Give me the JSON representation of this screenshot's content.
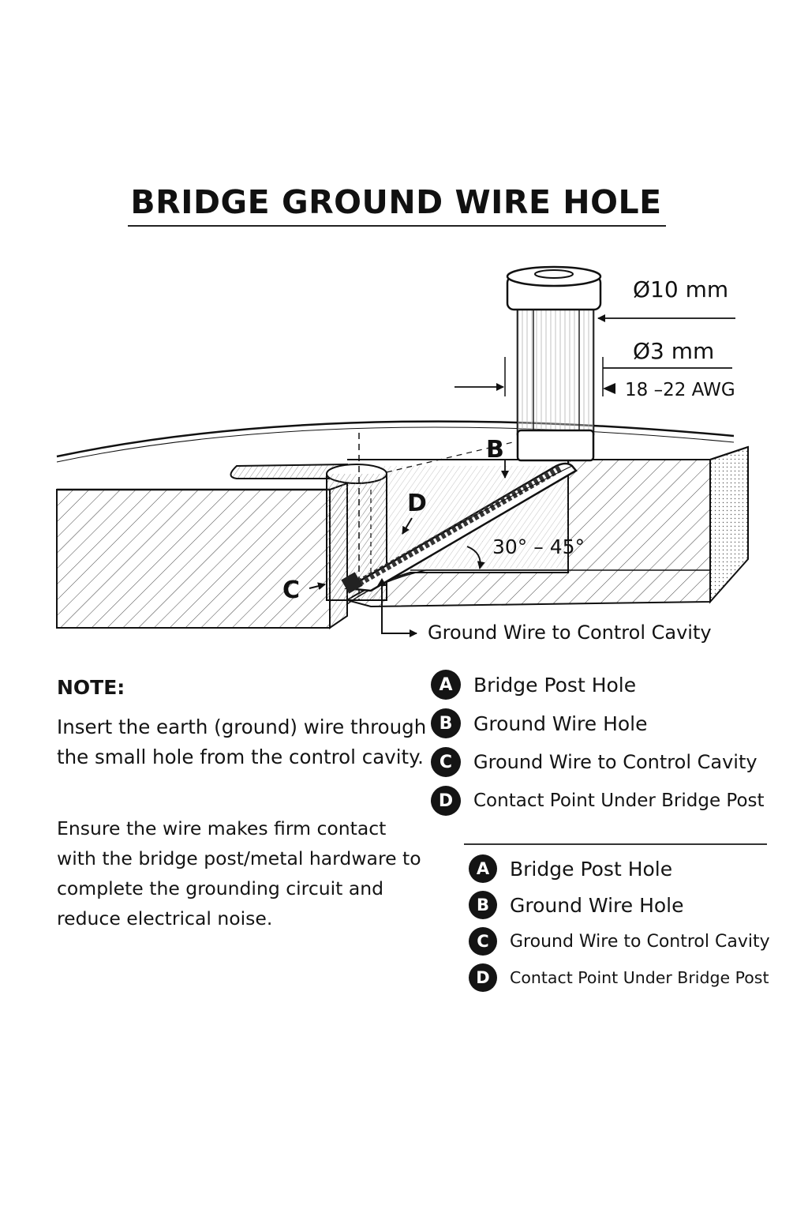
{
  "title": "BRIDGE GROUND WIRE HOLE",
  "dimensions": {
    "outer_diameter": "Ø10 mm",
    "hole_diameter": "Ø3 mm",
    "wire_gauge": "18 –22 AWG",
    "angle": "30° – 45°"
  },
  "callouts": {
    "b": "B",
    "c": "C",
    "d": "D",
    "ground_wire_label": "Ground Wire to Control Cavity"
  },
  "note": {
    "heading": "NOTE:",
    "paragraph_1": "Insert the earth (ground) wire through the small hole from the control cavity.",
    "paragraph_2": "Ensure the wire makes firm contact with the bridge post/metal hardware to complete the grounding circuit and reduce electrical noise."
  },
  "legend_primary": [
    {
      "key": "A",
      "label": "Bridge Post Hole"
    },
    {
      "key": "B",
      "label": "Ground Wire Hole"
    },
    {
      "key": "C",
      "label": "Ground Wire to Control Cavity"
    },
    {
      "key": "D",
      "label": "Contact Point Under Bridge Post"
    }
  ],
  "legend_secondary": [
    {
      "key": "A",
      "label": "Bridge Post Hole"
    },
    {
      "key": "B",
      "label": "Ground Wire Hole"
    },
    {
      "key": "C",
      "label": "Ground Wire to Control Cavity"
    },
    {
      "key": "D",
      "label": "Contact Point Under Bridge Post"
    }
  ],
  "colors": {
    "ink": "#141414",
    "background": "#ffffff"
  }
}
